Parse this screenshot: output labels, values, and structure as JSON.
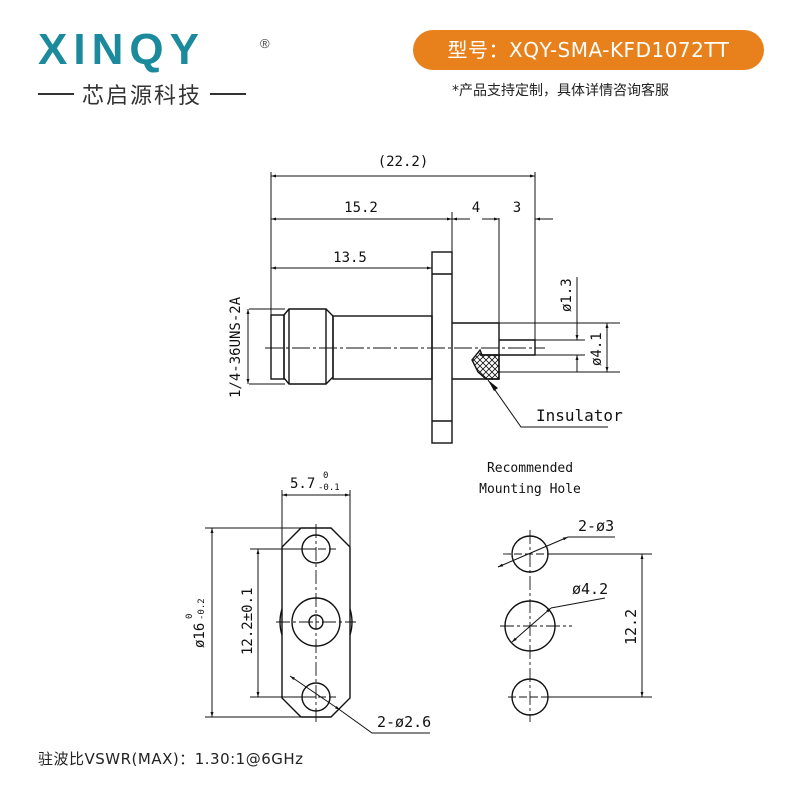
{
  "brand": {
    "logo_text": "XINQY",
    "registered_mark": "®",
    "chinese_name": "芯启源科技",
    "primary_color": "#1a8a9c",
    "accent_color": "#e8801c"
  },
  "header": {
    "model_label": "型号：XQY-SMA-KFD1072TT",
    "customization_note": "*产品支持定制，具体详情咨询客服"
  },
  "side_view": {
    "dim_overall": "(22.2)",
    "dim_15_2": "15.2",
    "dim_4": "4",
    "dim_3": "3",
    "dim_13_5": "13.5",
    "thread_spec": "1/4-36UNS-2A",
    "dim_pin_dia": "ø1.3",
    "dim_body_dia": "ø4.1",
    "insulator_label": "Insulator"
  },
  "front_view": {
    "width_dim": "5.7",
    "width_tol_upper": "0",
    "width_tol_lower": "-0.1",
    "height_dim": "ø16",
    "height_tol_upper": "0",
    "height_tol_lower": "-0.2",
    "hole_spacing": "12.2±0.1",
    "hole_dia": "2-ø2.6"
  },
  "mounting_hole": {
    "title_line1": "Recommended",
    "title_line2": "Mounting Hole",
    "small_holes": "2-ø3",
    "center_hole": "ø4.2",
    "spacing": "12.2"
  },
  "specs": {
    "vswr": "驻波比VSWR(MAX)：1.30:1@6GHz"
  }
}
